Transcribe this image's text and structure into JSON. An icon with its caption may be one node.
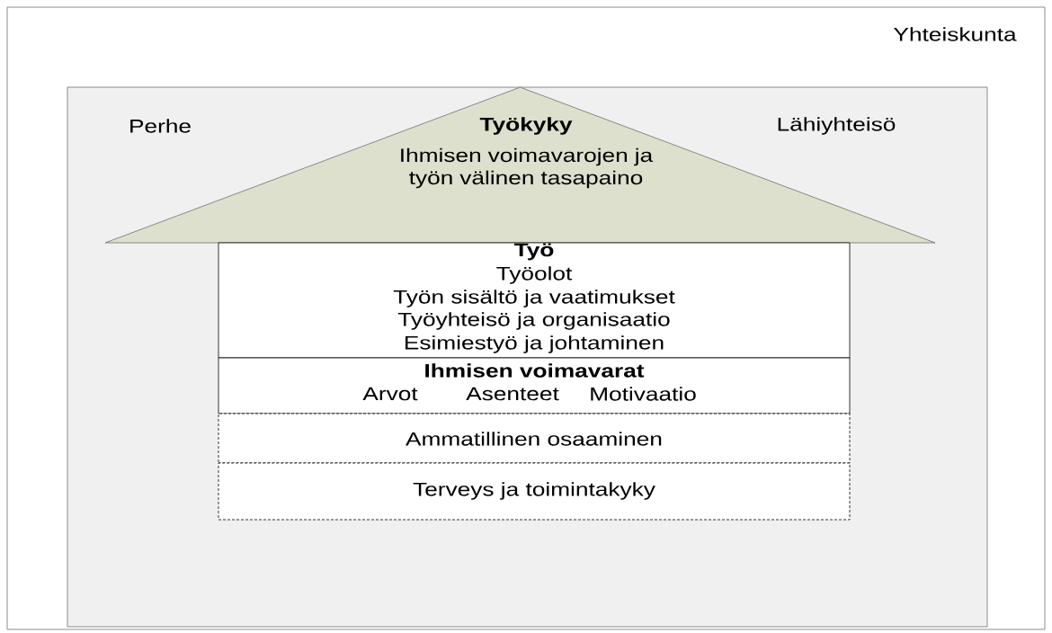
{
  "diagram": {
    "nodes": [
      {
        "text": [
          "Yhteiskunta"
        ]
      },
      {
        "text": [
          "Perhe",
          "Lähiyhteisö"
        ],
        "in": 0
      },
      {
        "text": [
          "Työkyky",
          "Ihmisen voimavarojen ja työn välinen tasapaino"
        ],
        "in": 1
      },
      {
        "text": [
          "Työ",
          "Työolot",
          "Työn sisältö ja vaatimukset",
          "Työyhteisö ja organisaatio",
          "Esimiestyö ja johtaminen"
        ],
        "in": 1
      },
      {
        "text": [
          "Ihmisen voimavarat",
          "Arvot",
          "Asenteet",
          "Motivaatio"
        ],
        "in": 1
      },
      {
        "text": [
          "Ammatillinen osaaminen"
        ],
        "in": 1
      },
      {
        "text": [
          "Terveys ja toimintakyky"
        ],
        "in": 1
      }
    ]
  }
}
